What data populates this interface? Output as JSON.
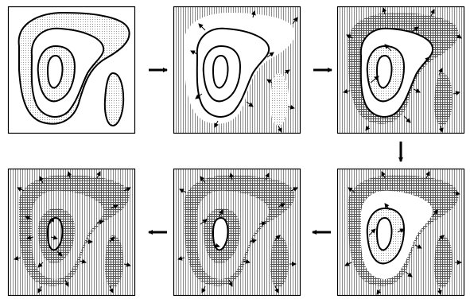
{
  "diagram": {
    "panel_count": 6,
    "flow_order": [
      "top-left",
      "top-middle",
      "top-right",
      "bottom-right",
      "bottom-middle",
      "bottom-left"
    ],
    "colors": {
      "background": "#ffffff",
      "panel_border": "#000000",
      "contour_line": "#000000",
      "arrow": "#000000",
      "vertical_hatch": "#8a8a8a",
      "crosshatch": "#555555",
      "stipple_dot": "#9a9a9a"
    },
    "fill_patterns": [
      "white",
      "stipple",
      "vertical-hatch",
      "crosshatch"
    ],
    "icons": [
      "right-arrow-icon",
      "down-arrow-icon",
      "left-arrow-icon",
      "outward-arrow-icon"
    ],
    "panels": [
      {
        "id": "panel-1-initial-contours",
        "background_fill": "white",
        "regions": {
          "outer": "stipple",
          "middle": "white",
          "inner": "stipple",
          "core": "white",
          "ellipse": "stipple"
        },
        "arrows_shown": false
      },
      {
        "id": "panel-2-outer-front",
        "background_fill": "vertical-hatch",
        "regions": {
          "outer": "white",
          "middle": "white",
          "inner": "white",
          "core": "white",
          "ellipse": "stipple"
        },
        "arrows_shown": true
      },
      {
        "id": "panel-3-crosshatch-band",
        "background_fill": "vertical-hatch",
        "regions": {
          "outer": "crosshatch",
          "middle": "white",
          "inner": "stipple",
          "core": "white",
          "ellipse": "crosshatch"
        },
        "arrows_shown": true
      },
      {
        "id": "panel-4-shrinking-white",
        "background_fill": "vertical-hatch",
        "regions": {
          "outer": "crosshatch",
          "middle": "white",
          "inner": "stipple",
          "core": "white",
          "ellipse": "crosshatch"
        },
        "arrows_shown": true
      },
      {
        "id": "panel-5-nearly-filled",
        "background_fill": "vertical-hatch",
        "regions": {
          "outer": "crosshatch",
          "middle": "vertical-hatch",
          "inner": "crosshatch",
          "core": "white",
          "ellipse": "crosshatch"
        },
        "arrows_shown": true
      },
      {
        "id": "panel-6-fully-filled",
        "background_fill": "vertical-hatch",
        "regions": {
          "outer": "crosshatch",
          "middle": "vertical-hatch",
          "inner": "crosshatch",
          "core": "vertical-hatch",
          "ellipse": "crosshatch"
        },
        "arrows_shown": true
      }
    ]
  }
}
